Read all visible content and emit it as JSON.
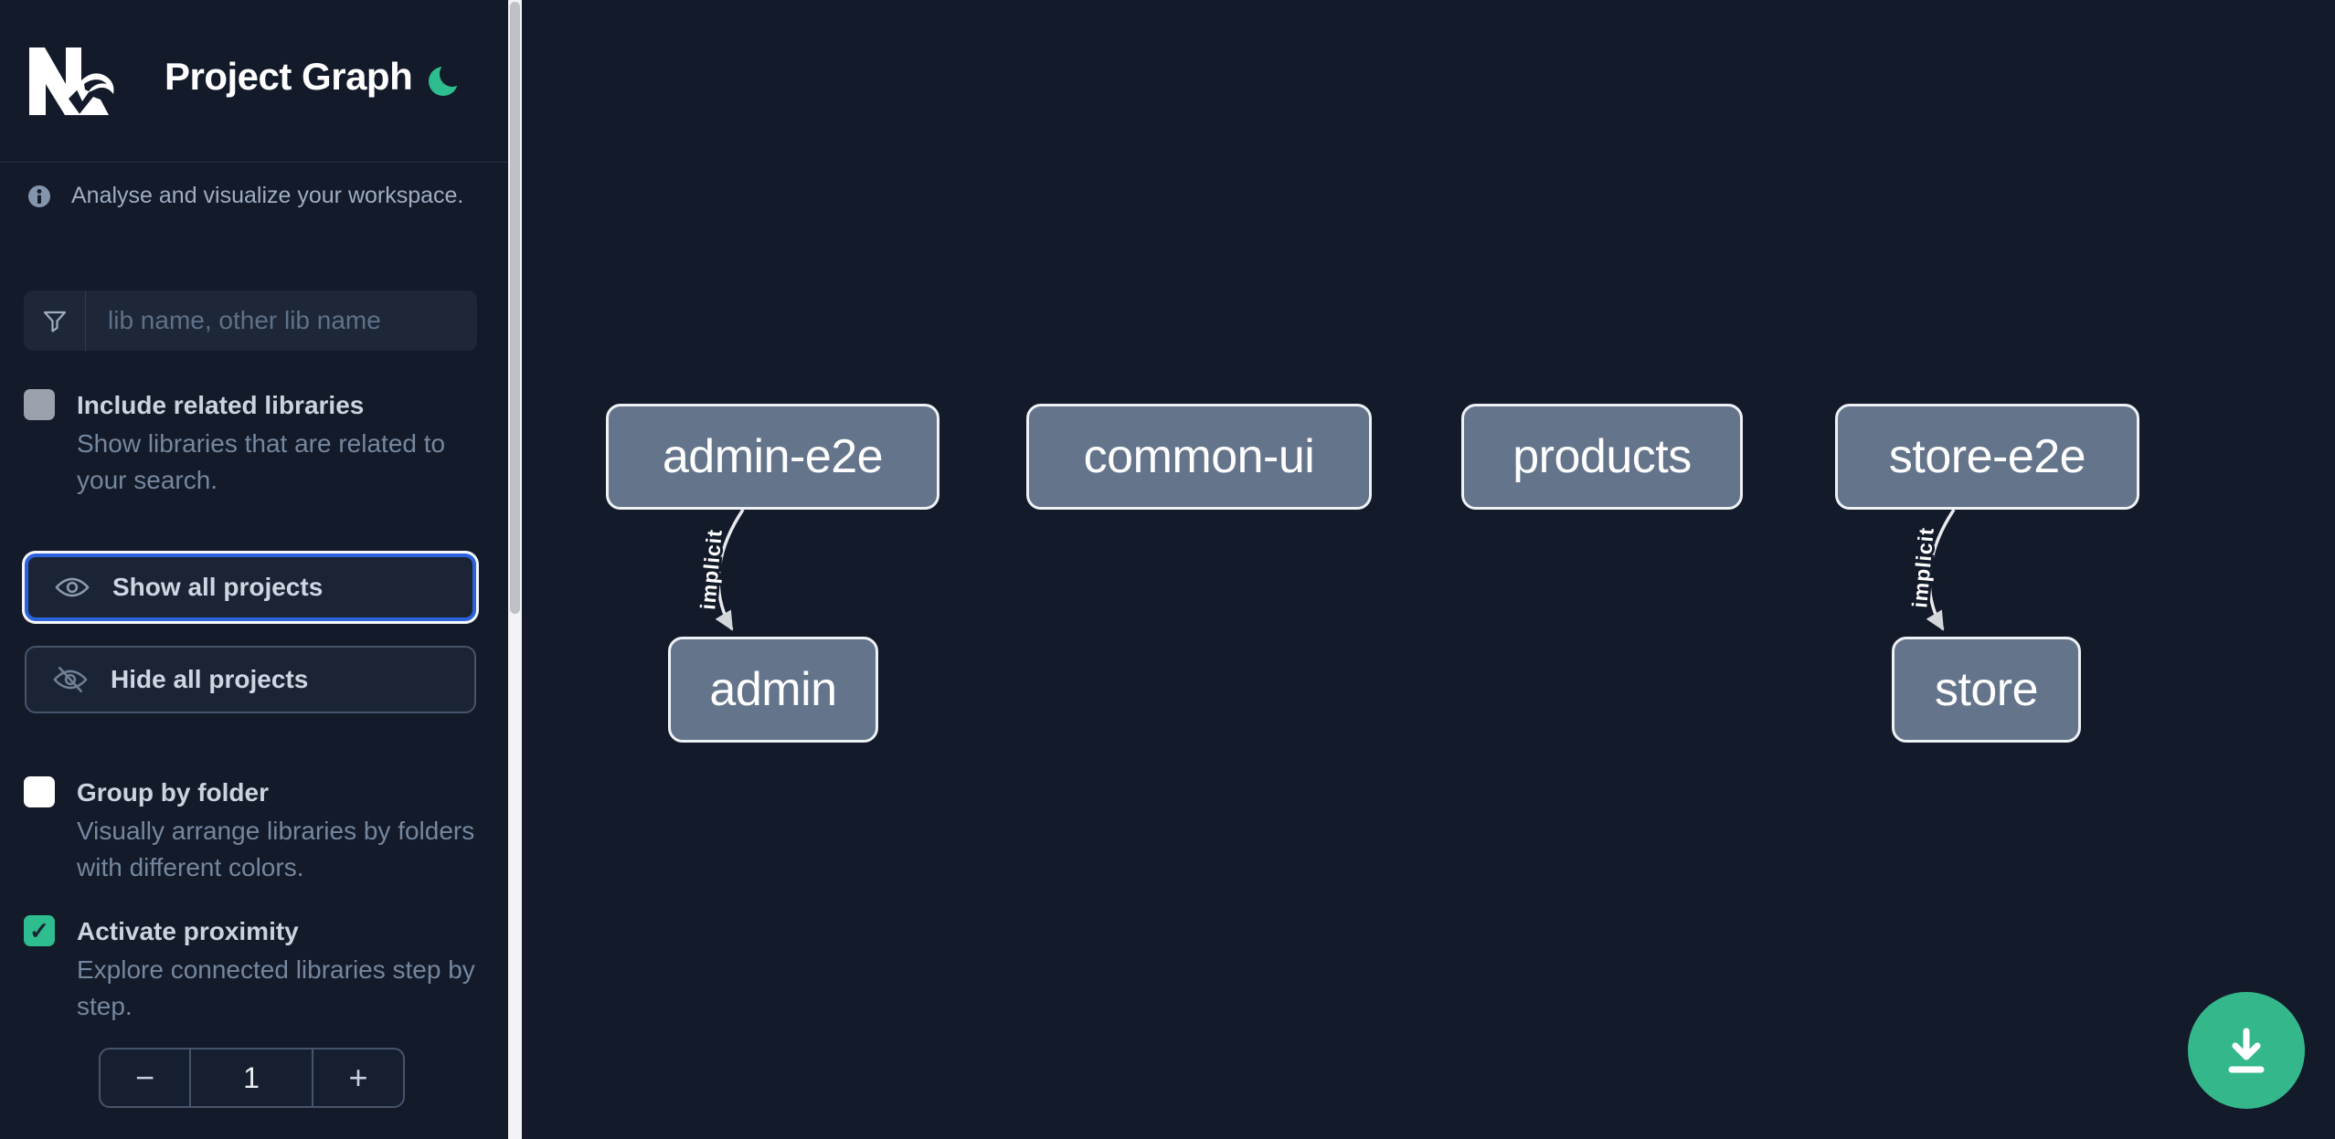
{
  "app": {
    "title": "Project Graph",
    "logo_icon": "nx-logo",
    "theme_toggle_icon": "moon-icon"
  },
  "sidebar": {
    "tagline": "Analyse and visualize your workspace.",
    "tagline_icon": "info-icon",
    "search": {
      "icon": "funnel-icon",
      "placeholder": "lib name, other lib name",
      "value": ""
    },
    "options": [
      {
        "label": "Include related libraries",
        "description": "Show libraries that are related to your search.",
        "checked": false
      },
      {
        "label": "Group by folder",
        "description": "Visually arrange libraries by folders with different colors.",
        "checked": false
      },
      {
        "label": "Activate proximity",
        "description": "Explore connected libraries step by step.",
        "checked": true
      }
    ],
    "check_glyph": "✓",
    "actions": [
      {
        "label": "Show all projects",
        "icon": "eye-icon",
        "focused": true
      },
      {
        "label": "Hide all projects",
        "icon": "eye-off-icon",
        "focused": false
      }
    ],
    "proximity_stepper": {
      "decrement_label": "−",
      "value": "1",
      "increment_label": "+"
    }
  },
  "graph": {
    "nodes": [
      {
        "label": "admin-e2e"
      },
      {
        "label": "common-ui"
      },
      {
        "label": "products"
      },
      {
        "label": "store-e2e"
      },
      {
        "label": "admin"
      },
      {
        "label": "store"
      }
    ],
    "edges": [
      {
        "source": "admin-e2e",
        "target": "admin",
        "label": "implicit"
      },
      {
        "source": "store-e2e",
        "target": "store",
        "label": "implicit"
      }
    ]
  },
  "fab": {
    "icon": "download-icon"
  },
  "colors": {
    "background": "#131a29",
    "accent_green": "#2ebd8f",
    "focus_blue": "#2c63dd",
    "node_fill": "#64748b",
    "node_border": "#eef1f5",
    "edge": "#e9eaee",
    "checkbox_unchecked_gray": "#9aa1ac",
    "checkbox_unchecked_white": "#ffffff"
  }
}
